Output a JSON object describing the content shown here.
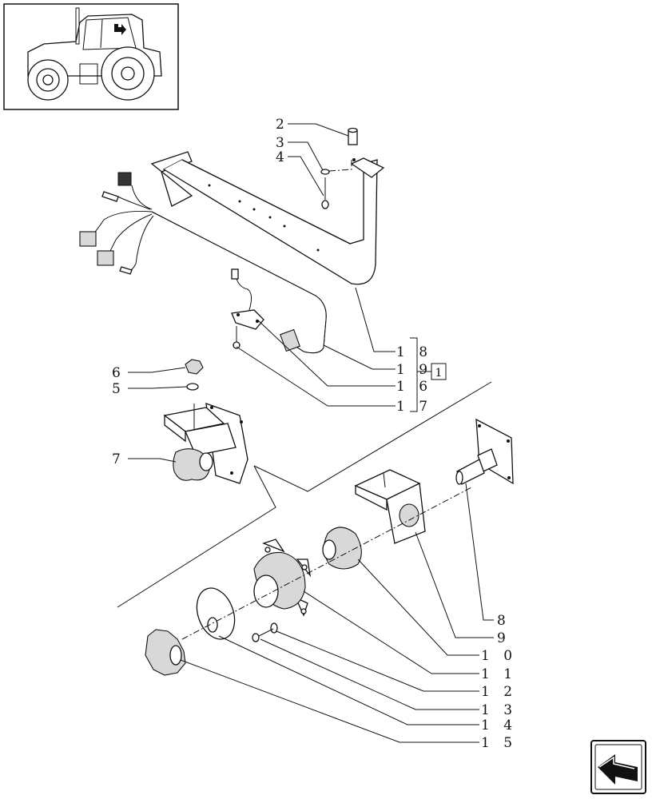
{
  "labels": {
    "l2": "2",
    "l3": "3",
    "l4": "4",
    "l5": "5",
    "l6": "6",
    "l7": "7",
    "l8": "8",
    "l9": "9",
    "l10": "1 0",
    "l11": "1 1",
    "l12": "1 2",
    "l13": "1 3",
    "l14": "1 4",
    "l15": "1 5",
    "l16": "1 6",
    "l17": "1 7",
    "l18": "1 8",
    "l19": "1 9"
  },
  "kit_reference": "1"
}
